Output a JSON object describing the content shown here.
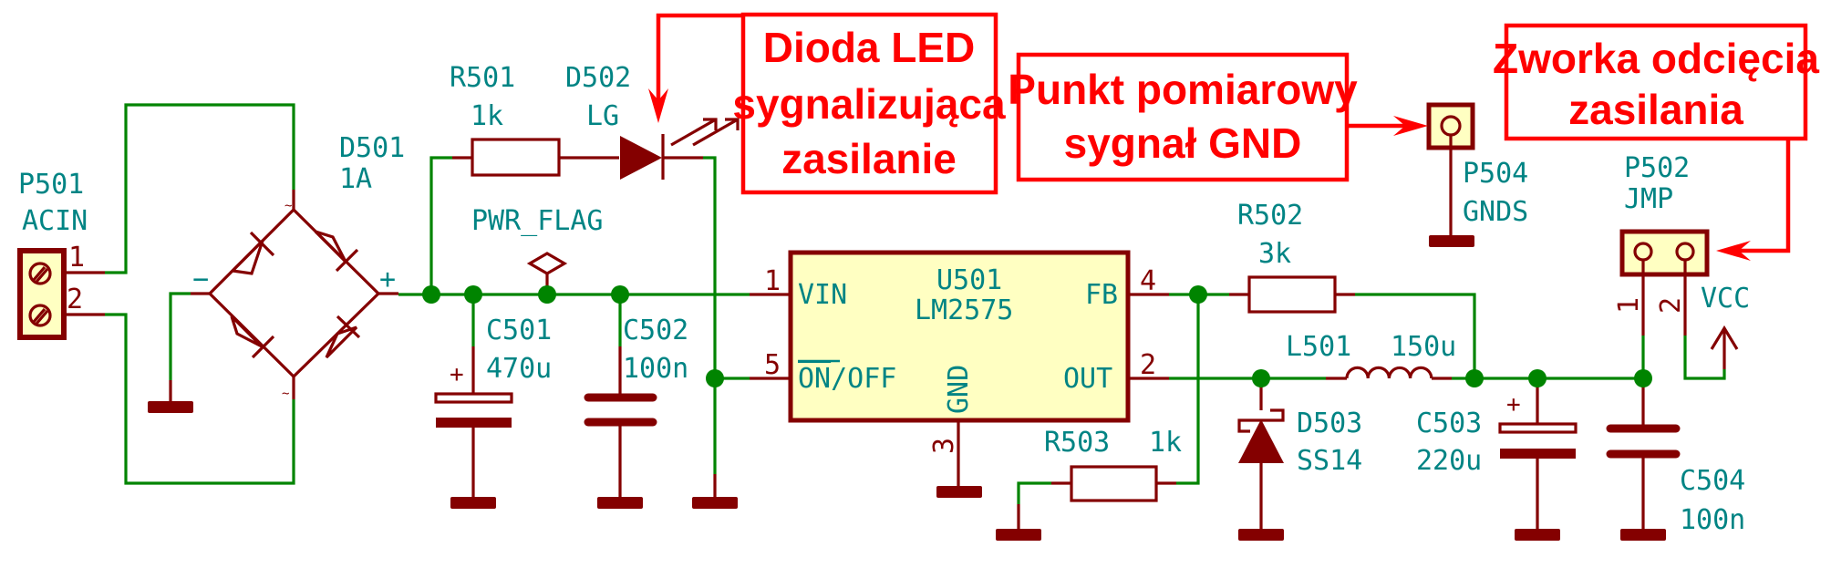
{
  "colors": {
    "wire": "#008400",
    "component": "#840000",
    "label": "#008484",
    "body_fill": "#ffffc2",
    "annotation": "#ff0000"
  },
  "components": {
    "p501": {
      "ref": "P501",
      "value": "ACIN",
      "pin1": "1",
      "pin2": "2"
    },
    "d501": {
      "ref": "D501",
      "value": "1A",
      "minus": "−",
      "plus": "+",
      "ac1": "~",
      "ac2": "~"
    },
    "r501": {
      "ref": "R501",
      "value": "1k"
    },
    "d502": {
      "ref": "D502",
      "value": "LG"
    },
    "pwr_flag": {
      "label": "PWR_FLAG"
    },
    "c501": {
      "ref": "C501",
      "value": "470u",
      "plus": "+"
    },
    "c502": {
      "ref": "C502",
      "value": "100n"
    },
    "u501": {
      "ref": "U501",
      "value": "LM2575",
      "pins": {
        "vin": {
          "num": "1",
          "name": "VIN"
        },
        "onoff": {
          "num": "5",
          "name_overline": "ON",
          "name_rest": "/OFF"
        },
        "gnd": {
          "num": "3",
          "name": "GND"
        },
        "fb": {
          "num": "4",
          "name": "FB"
        },
        "out": {
          "num": "2",
          "name": "OUT"
        }
      }
    },
    "r502": {
      "ref": "R502",
      "value": "3k"
    },
    "r503": {
      "ref": "R503",
      "value": "1k"
    },
    "l501": {
      "ref": "L501",
      "value": "150u"
    },
    "d503": {
      "ref": "D503",
      "value": "SS14"
    },
    "c503": {
      "ref": "C503",
      "value": "220u",
      "plus": "+"
    },
    "c504": {
      "ref": "C504",
      "value": "100n"
    },
    "p504": {
      "ref": "P504",
      "value": "GNDS"
    },
    "p502": {
      "ref": "P502",
      "value": "JMP",
      "pin1": "1",
      "pin2": "2"
    },
    "vcc": {
      "label": "VCC"
    }
  },
  "annotations": {
    "led": [
      "Dioda LED",
      "sygnalizująca",
      "zasilanie"
    ],
    "gnd_point": [
      "Punkt pomiarowy",
      "sygnał GND"
    ],
    "jumper": [
      "Zworka odcięcia",
      "zasilania"
    ]
  }
}
